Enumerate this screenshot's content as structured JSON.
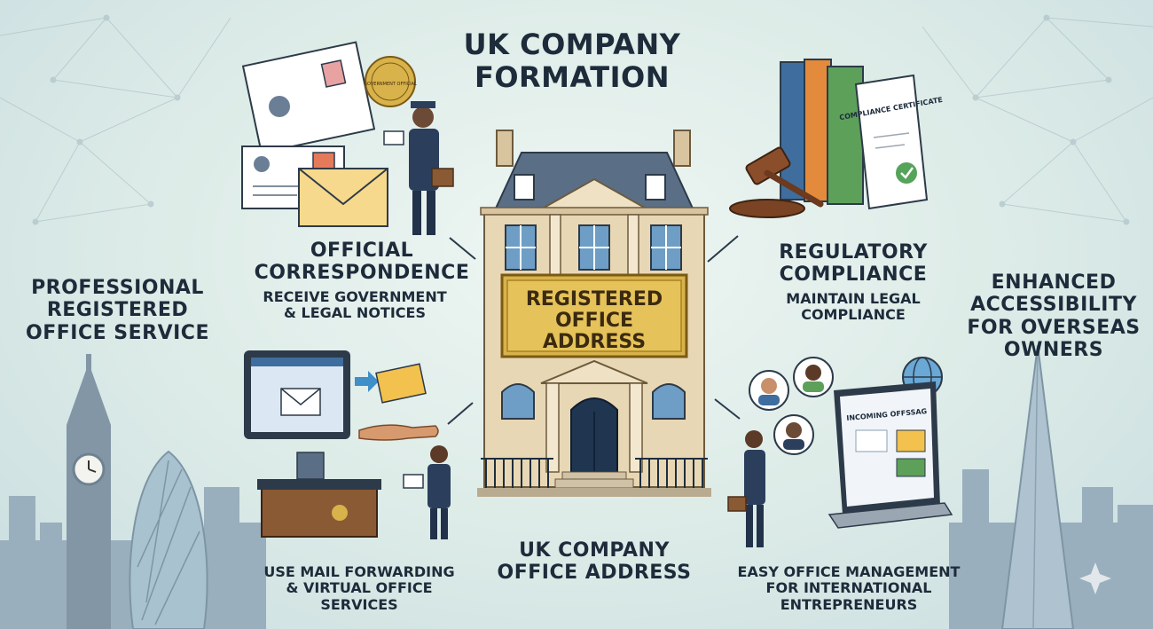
{
  "title": "UK COMPANY\nFORMATION",
  "left_banner": "PROFESSIONAL\nREGISTERED\nOFFICE SERVICE",
  "right_banner": "ENHANCED\nACCESSIBILITY\nFOR OVERSEAS\nOWNERS",
  "plaque": {
    "line1": "REGISTERED",
    "line2": "OFFICE",
    "line3": "ADDRESS"
  },
  "bottom_center": "UK COMPANY\nOFFICE ADDRESS",
  "features": {
    "top_left": {
      "title": "OFFICIAL\nCORRESPONDENCE",
      "subtitle": "RECEIVE GOVERNMENT\n& LEGAL NOTICES"
    },
    "top_right": {
      "title": "REGULATORY\nCOMPLIANCE",
      "subtitle": "MAINTAIN LEGAL\nCOMPLIANCE"
    },
    "bottom_left": {
      "subtitle": "USE MAIL FORWARDING\n& VIRTUAL OFFICE\nSERVICES"
    },
    "bottom_right": {
      "subtitle": "EASY OFFICE MANAGEMENT\nFOR INTERNATIONAL\nENTREPRENEURS"
    }
  },
  "illustration_text": {
    "stamp": "GOVERNMENT OFFICIAL",
    "certificate": "COMPLIANCE CERTIFICATE",
    "laptop_screen": "INCOMING OFFSSAG"
  },
  "colors": {
    "background": "#dcebe7",
    "skyline": "#8fa3b3",
    "plaque_gold": "#d8b24a",
    "building_stone": "#e8d7b4",
    "roof": "#5a6f86",
    "envelope": "#f2c14e"
  }
}
